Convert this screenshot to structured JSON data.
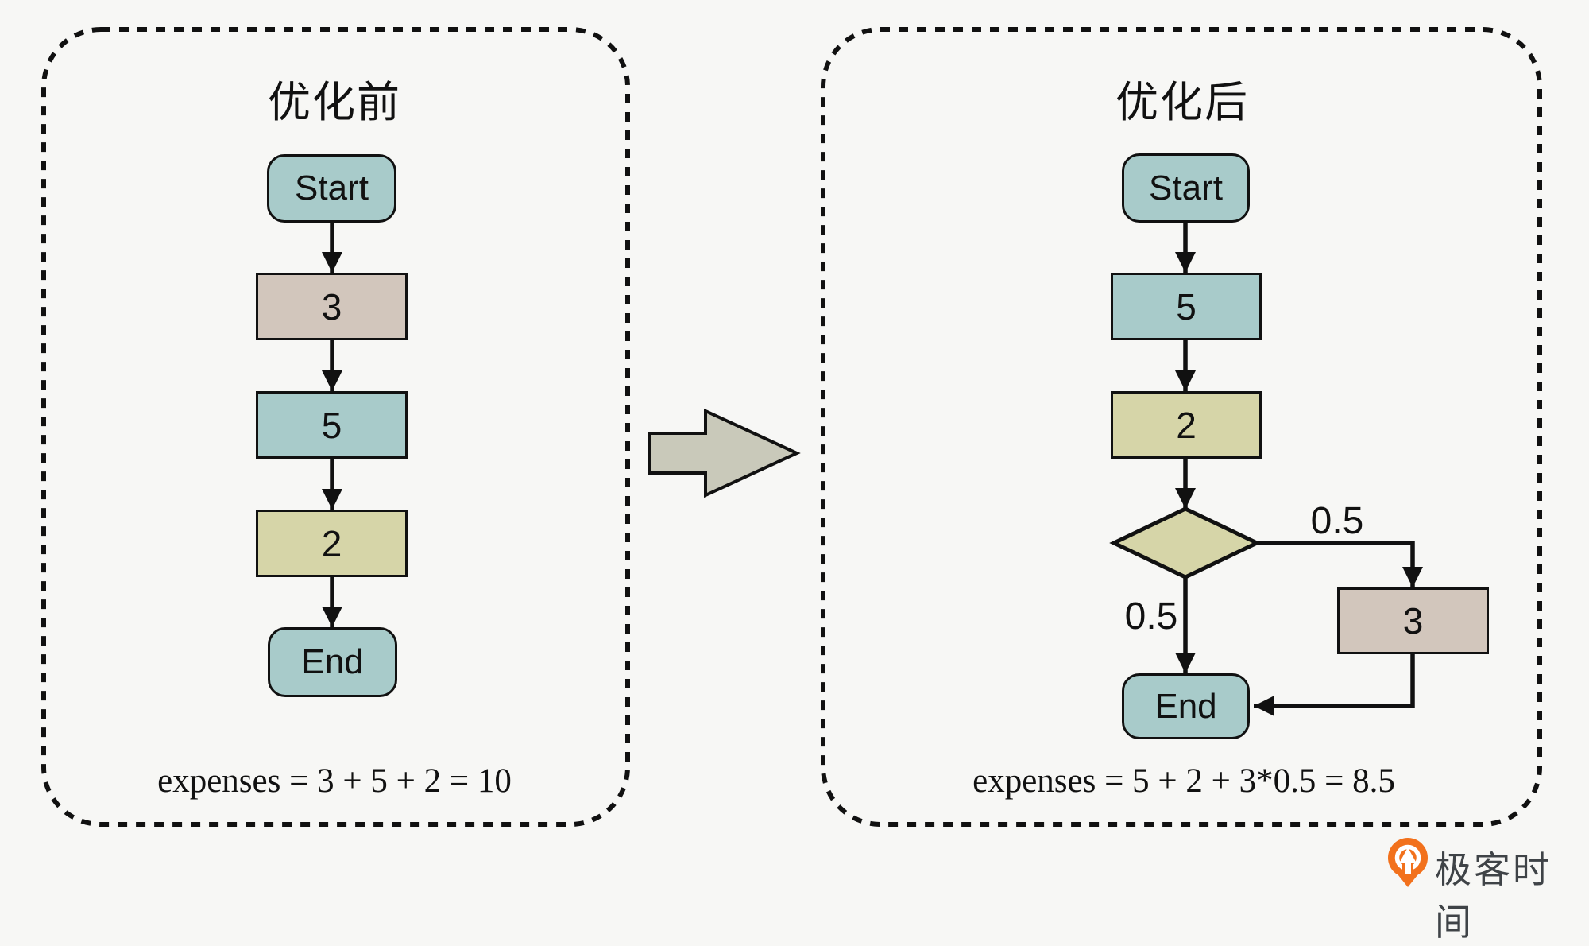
{
  "colors": {
    "background": "#f7f7f5",
    "terminal_fill": "#a8cbca",
    "step_teal": "#a8cbca",
    "step_tan": "#d2c6bc",
    "step_khaki": "#d6d5a8",
    "decision_fill": "#d6d5a8",
    "line_stroke": "#111111",
    "transform_arrow_fill": "#c9c9ba",
    "logo_orange": "#f2711c",
    "logo_text_color": "#3f4347"
  },
  "before": {
    "title": "优化前",
    "start_label": "Start",
    "end_label": "End",
    "steps": {
      "step1": "3",
      "step2": "5",
      "step3": "2"
    },
    "expenses": "expenses = 3 + 5 + 2 = 10"
  },
  "after": {
    "title": "优化后",
    "start_label": "Start",
    "end_label": "End",
    "steps": {
      "step1": "5",
      "step2": "2",
      "branch": "3"
    },
    "branch_prob_right": "0.5",
    "branch_prob_down": "0.5",
    "expenses": "expenses = 5 + 2 + 3*0.5 = 8.5"
  },
  "logo": {
    "text": "极客时间"
  }
}
